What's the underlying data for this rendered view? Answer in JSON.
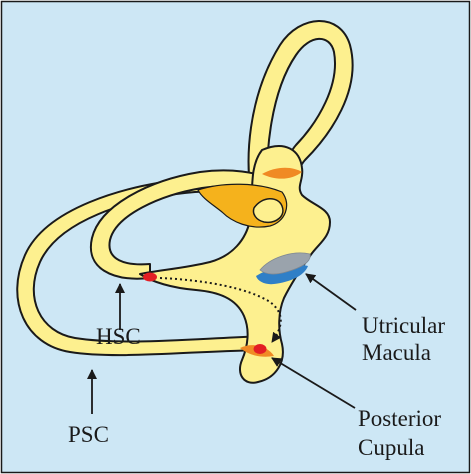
{
  "colors": {
    "background": "#cde7f5",
    "border": "#1a1a1a",
    "labyrinth_fill": "#fdf08f",
    "labyrinth_stroke": "#1a1a1a",
    "ampulla_band": "#f5b21c",
    "crista_orange": "#f08a24",
    "cupula_red": "#e31e24",
    "macula_blue": "#2f7fc7",
    "otoconia_gray": "#9aa3ac",
    "arrow": "#1a1a1a"
  },
  "labels": {
    "hsc": "HSC",
    "psc": "PSC",
    "utricular_macula": [
      "Utricular",
      "Macula"
    ],
    "posterior_cupula": [
      "Posterior",
      "Cupula"
    ]
  },
  "icons": {
    "pointer_arrows": "arrow-icon",
    "particle_path": "dotted-arrow-icon"
  }
}
